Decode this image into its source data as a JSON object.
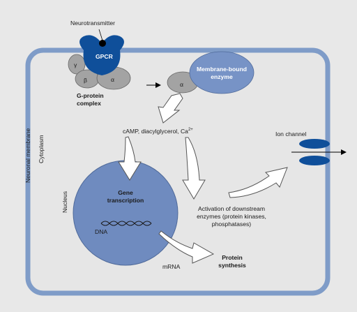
{
  "labels": {
    "neurotransmitter": "Neurotransmitter",
    "gpcr": "GPCR",
    "gamma": "γ",
    "beta": "β",
    "alpha": "α",
    "alpha_moved": "α",
    "g_protein_line1": "G-protein",
    "g_protein_line2": "complex",
    "enzyme_line1": "Membrane-bound",
    "enzyme_line2": "enzyme",
    "second_messengers_text": "cAMP, diacylglycerol, Ca",
    "second_messengers_sup": "2+",
    "ion_channel": "Ion channel",
    "neuronal_membrane": "Neuronal membrane",
    "cytoplasm": "Cytoplasm",
    "nucleus": "Nucleus",
    "gene_line1": "Gene",
    "gene_line2": "transcription",
    "dna": "DNA",
    "mrna": "mRNA",
    "protein_line1": "Protein",
    "protein_line2": "synthesis",
    "activation_line1": "Activation of downstream",
    "activation_line2": "enzymes (protein kinases,",
    "activation_line3": "phosphatases)"
  },
  "colors": {
    "background": "#e8e8e8",
    "membrane": "#7f9cc8",
    "cell_interior": "#e6e6e6",
    "gpcr_blue": "#0f4f9a",
    "nucleus_fill": "#6f8bbf",
    "enzyme_fill": "#7793c6",
    "subunit_gray": "#a3a3a3",
    "ion_channel_blue": "#0f4f9a"
  }
}
